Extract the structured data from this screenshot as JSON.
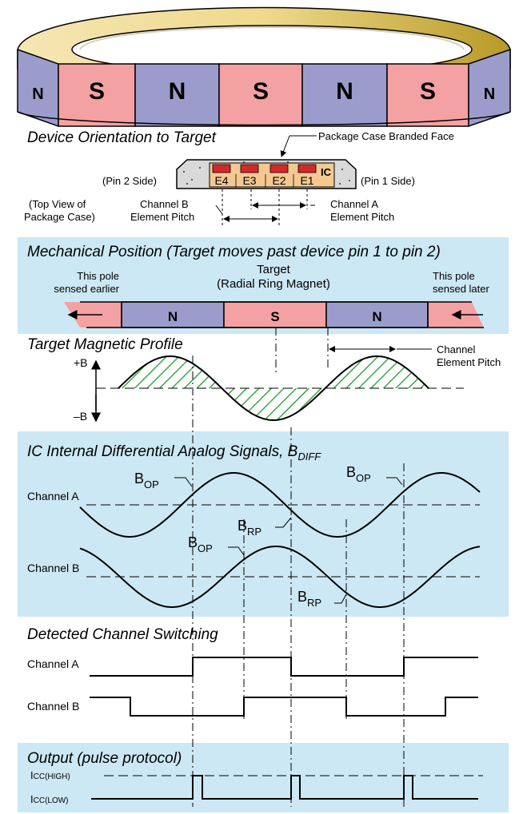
{
  "colors": {
    "north": "#9c9ccc",
    "south": "#f4a1a3",
    "ring_top": "#f2dfa7",
    "ring_top_dark": "#b8a030",
    "panel": "#cce8f4",
    "element": "#d8262e",
    "hatch": "#3aa843",
    "package_face": "#f4c891"
  },
  "ring": {
    "segments": [
      "N",
      "S",
      "N",
      "S",
      "N",
      "S",
      "N"
    ]
  },
  "orientation": {
    "title": "Device Orientation to Target",
    "branded_face": "Package Case Branded Face",
    "pin2_side": "(Pin 2 Side)",
    "pin1_side": "(Pin 1 Side)",
    "ic_label": "IC",
    "elements": [
      "E4",
      "E3",
      "E2",
      "E1"
    ],
    "top_view_1": "(Top View of",
    "top_view_2": "Package Case)",
    "chb_pitch_1": "Channel B",
    "chb_pitch_2": "Element Pitch",
    "cha_pitch_1": "Channel A",
    "cha_pitch_2": "Element Pitch"
  },
  "mechanical": {
    "title": "Mechanical Position (Target moves past device pin 1 to pin 2)",
    "target_1": "Target",
    "target_2": "(Radial Ring Magnet)",
    "left_note_1": "This pole",
    "left_note_2": "sensed earlier",
    "right_note_1": "This pole",
    "right_note_2": "sensed later",
    "segments": [
      "N",
      "S",
      "N"
    ]
  },
  "profile": {
    "title": "Target Magnetic Profile",
    "plus_b": "+B",
    "minus_b": "–B",
    "pitch_1": "Channel",
    "pitch_2": "Element Pitch"
  },
  "differential": {
    "title": "IC Internal Differential Analog Signals, B",
    "title_sub": "DIFF",
    "channel_a": "Channel A",
    "channel_b": "Channel B",
    "b": "B",
    "op": "OP",
    "rp": "RP"
  },
  "switching": {
    "title": "Detected Channel Switching",
    "channel_a": "Channel A",
    "channel_b": "Channel B"
  },
  "output": {
    "title": "Output (pulse protocol)",
    "icc": "I",
    "high": "CC(HIGH)",
    "low": "CC(LOW)"
  }
}
